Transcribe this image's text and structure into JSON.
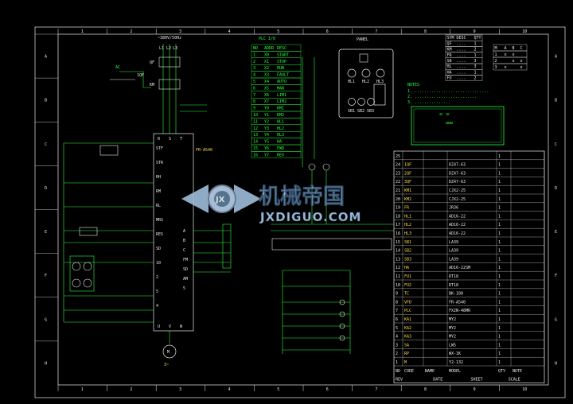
{
  "colors": {
    "background": "#000000",
    "frame": "#e8e8e8",
    "wire": "#26ff3a",
    "accent": "#ffd84a",
    "alert": "#ff4040",
    "watermark": "#a9c7e6"
  },
  "border": {
    "top_numbers": [
      "1",
      "2",
      "3",
      "4",
      "5",
      "6",
      "7",
      "8",
      "9",
      "10"
    ],
    "side_letters": [
      "A",
      "B",
      "C",
      "D",
      "E",
      "F",
      "G",
      "H"
    ]
  },
  "power": {
    "supply_label": "~380V/50Hz",
    "phase_labels": [
      "L1",
      "L2",
      "L3"
    ],
    "qf_label": "QF",
    "km_label": "KM",
    "ac_label": "AC",
    "breaker_label": "1QF"
  },
  "vfd": {
    "model_label": "FR-A540",
    "input_terminals": [
      "R",
      "S",
      "T"
    ],
    "output_terminals": [
      "U",
      "V",
      "W"
    ],
    "left_terminals": [
      "STF",
      "STR",
      "RH",
      "RM",
      "RL",
      "MRS",
      "RES",
      "SD",
      "10",
      "2",
      "5",
      "4"
    ],
    "right_terminals": [
      "A",
      "B",
      "C",
      "FM",
      "SD",
      "AM",
      "5"
    ],
    "motor_label": "M",
    "motor_caption": "3~"
  },
  "io_table": {
    "title": "PLC I/O",
    "headers": [
      "NO",
      "ADDR",
      "DESC"
    ],
    "rows": [
      [
        "1",
        "X0",
        "START"
      ],
      [
        "2",
        "X1",
        "STOP"
      ],
      [
        "3",
        "X2",
        "RUN"
      ],
      [
        "4",
        "X3",
        "FAULT"
      ],
      [
        "5",
        "X4",
        "AUTO"
      ],
      [
        "6",
        "X5",
        "MAN"
      ],
      [
        "7",
        "X6",
        "LIM1"
      ],
      [
        "8",
        "X7",
        "LIM2"
      ],
      [
        "9",
        "Y0",
        "KM1"
      ],
      [
        "10",
        "Y1",
        "KM2"
      ],
      [
        "11",
        "Y2",
        "HL1"
      ],
      [
        "12",
        "Y3",
        "HL2"
      ],
      [
        "13",
        "Y4",
        "HL3"
      ],
      [
        "14",
        "Y5",
        "HA"
      ],
      [
        "15",
        "Y6",
        "FWD"
      ],
      [
        "16",
        "Y7",
        "REV"
      ]
    ]
  },
  "panel": {
    "title": "PANEL",
    "buttons": [
      "SB1",
      "SB2",
      "SB3"
    ],
    "lamps": [
      "HL1",
      "HL2",
      "HL3"
    ]
  },
  "notes": {
    "title": "NOTES",
    "lines": [
      "1. ...............................",
      "2. ..........................",
      "3. ..............."
    ]
  },
  "title_box": {
    "line1": "= =",
    "line2": "www"
  },
  "small_tables": [
    {
      "headers": [
        "SYM",
        "DESC",
        "QTY"
      ],
      "rows": [
        [
          "QF",
          "....",
          "1"
        ],
        [
          "KM",
          "....",
          "2"
        ],
        [
          "FR",
          "....",
          "1"
        ],
        [
          "SB",
          "....",
          "3"
        ],
        [
          "HL",
          "....",
          "3"
        ],
        [
          "HA",
          "....",
          "1"
        ],
        [
          "FU",
          "....",
          "2"
        ]
      ]
    },
    {
      "headers": [
        "M",
        "A",
        "B",
        "C"
      ],
      "rows": [
        [
          "1",
          "o",
          "o",
          ""
        ],
        [
          "2",
          "",
          "o",
          "o"
        ],
        [
          "3",
          "o",
          "",
          "o"
        ]
      ]
    }
  ],
  "bom": {
    "headers": [
      "NO",
      "CODE",
      "NAME",
      "MODEL",
      "QTY",
      "NOTE"
    ],
    "rows": [
      [
        "25",
        "",
        "",
        "",
        "1",
        ""
      ],
      [
        "24",
        "1QF",
        "",
        "DZ47-63",
        "1",
        ""
      ],
      [
        "23",
        "2QF",
        "",
        "DZ47-63",
        "1",
        ""
      ],
      [
        "22",
        "3QF",
        "",
        "DZ47-63",
        "1",
        ""
      ],
      [
        "21",
        "KM1",
        "",
        "CJX2-25",
        "1",
        ""
      ],
      [
        "20",
        "KM2",
        "",
        "CJX2-25",
        "1",
        ""
      ],
      [
        "19",
        "FR",
        "",
        "JR36",
        "1",
        ""
      ],
      [
        "18",
        "HL1",
        "",
        "AD16-22",
        "1",
        ""
      ],
      [
        "17",
        "HL2",
        "",
        "AD16-22",
        "1",
        ""
      ],
      [
        "16",
        "HL3",
        "",
        "AD16-22",
        "1",
        ""
      ],
      [
        "15",
        "SB1",
        "",
        "LA39",
        "1",
        ""
      ],
      [
        "14",
        "SB2",
        "",
        "LA39",
        "1",
        ""
      ],
      [
        "13",
        "SB3",
        "",
        "LA39",
        "1",
        ""
      ],
      [
        "12",
        "HA",
        "",
        "AD16-22SM",
        "1",
        ""
      ],
      [
        "11",
        "FU1",
        "",
        "RT18",
        "1",
        ""
      ],
      [
        "10",
        "FU2",
        "",
        "RT18",
        "1",
        ""
      ],
      [
        "9",
        "TC",
        "",
        "BK-100",
        "1",
        ""
      ],
      [
        "8",
        "VFD",
        "",
        "FR-A540",
        "1",
        ""
      ],
      [
        "7",
        "PLC",
        "",
        "FX2N-48MR",
        "1",
        ""
      ],
      [
        "6",
        "KA1",
        "",
        "MY2",
        "1",
        ""
      ],
      [
        "5",
        "KA2",
        "",
        "MY2",
        "1",
        ""
      ],
      [
        "4",
        "KA3",
        "",
        "MY2",
        "1",
        ""
      ],
      [
        "3",
        "SA",
        "",
        "LW5",
        "1",
        ""
      ],
      [
        "2",
        "RP",
        "",
        "WX-1K",
        "1",
        ""
      ],
      [
        "1",
        "M",
        "",
        "Y2-132",
        "1",
        ""
      ]
    ],
    "footer": [
      "REV",
      "DATE",
      "SHEET",
      "SCALE"
    ]
  },
  "bottom_caption": "",
  "watermark": {
    "cn": "机械帝国",
    "en": "JXDIGUO.COM",
    "emblem": "JX"
  }
}
